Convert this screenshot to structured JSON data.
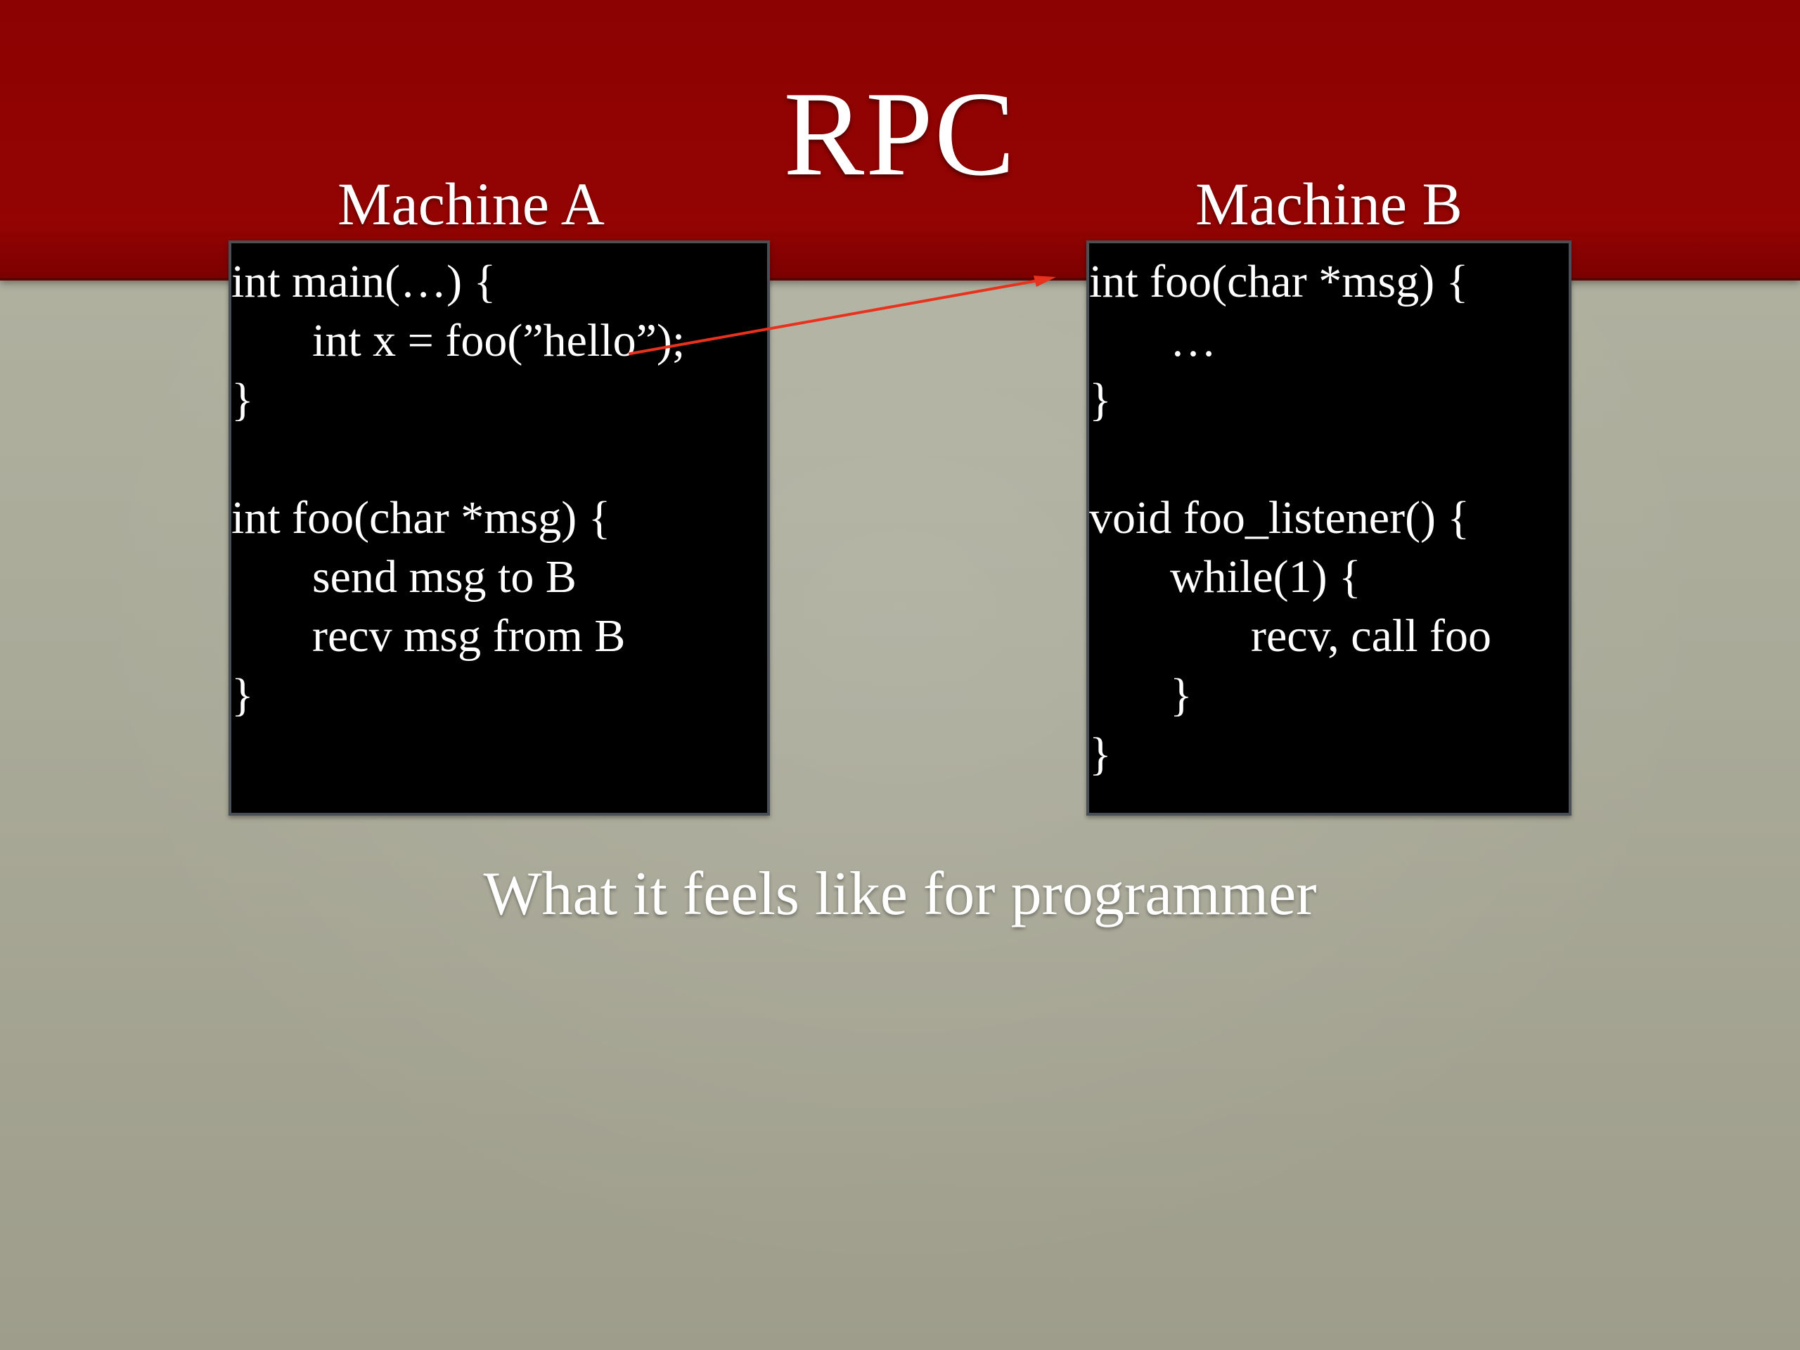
{
  "slide": {
    "title": "RPC",
    "caption": "What it feels like for programmer",
    "colors": {
      "banner": "#8e0303",
      "background": "#aaa998",
      "code_box": "#000000",
      "arrow": "#e8321e",
      "text": "#ffffff"
    }
  },
  "machine_a": {
    "label": "Machine A",
    "code": [
      "int main(…) {",
      "int x = foo(”hello”);",
      "}",
      "int foo(char *msg) {",
      "send msg to B",
      "recv msg from B",
      "}"
    ]
  },
  "machine_b": {
    "label": "Machine B",
    "code": [
      "int foo(char *msg) {",
      "…",
      "}",
      "void foo_listener() {",
      "while(1) {",
      "recv, call foo",
      "}",
      "}"
    ]
  }
}
